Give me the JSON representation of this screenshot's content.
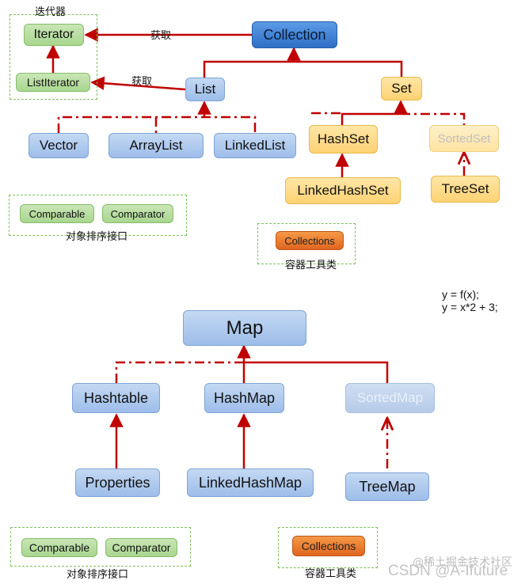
{
  "iterators": {
    "title": "迭代器",
    "iterator": "Iterator",
    "list_iterator": "ListIterator"
  },
  "collection": {
    "root": "Collection",
    "obtain_label_1": "获取",
    "obtain_label_2": "获取",
    "list": "List",
    "set": "Set",
    "vector": "Vector",
    "array_list": "ArrayList",
    "linked_list": "LinkedList",
    "hash_set": "HashSet",
    "sorted_set": "SortedSet",
    "linked_hash_set": "LinkedHashSet",
    "tree_set": "TreeSet"
  },
  "sort_interfaces_top": {
    "comparable": "Comparable",
    "comparator": "Comparator",
    "caption": "对象排序接口"
  },
  "utility_top": {
    "collections": "Collections",
    "caption": "容器工具类"
  },
  "formula": {
    "line1": "y = f(x);",
    "line2": "y =  x*2 + 3;"
  },
  "map": {
    "root": "Map",
    "hashtable": "Hashtable",
    "hash_map": "HashMap",
    "sorted_map": "SortedMap",
    "properties": "Properties",
    "linked_hash_map": "LinkedHashMap",
    "tree_map": "TreeMap"
  },
  "sort_interfaces_bottom": {
    "comparable": "Comparable",
    "comparator": "Comparator",
    "caption": "对象排序接口"
  },
  "utility_bottom": {
    "collections": "Collections",
    "caption": "容器工具类"
  },
  "watermark": {
    "line1": "@稀土掘金技术社区",
    "line2": "CSDN @A-Ifuture"
  },
  "colors": {
    "connector": "#c00000"
  }
}
